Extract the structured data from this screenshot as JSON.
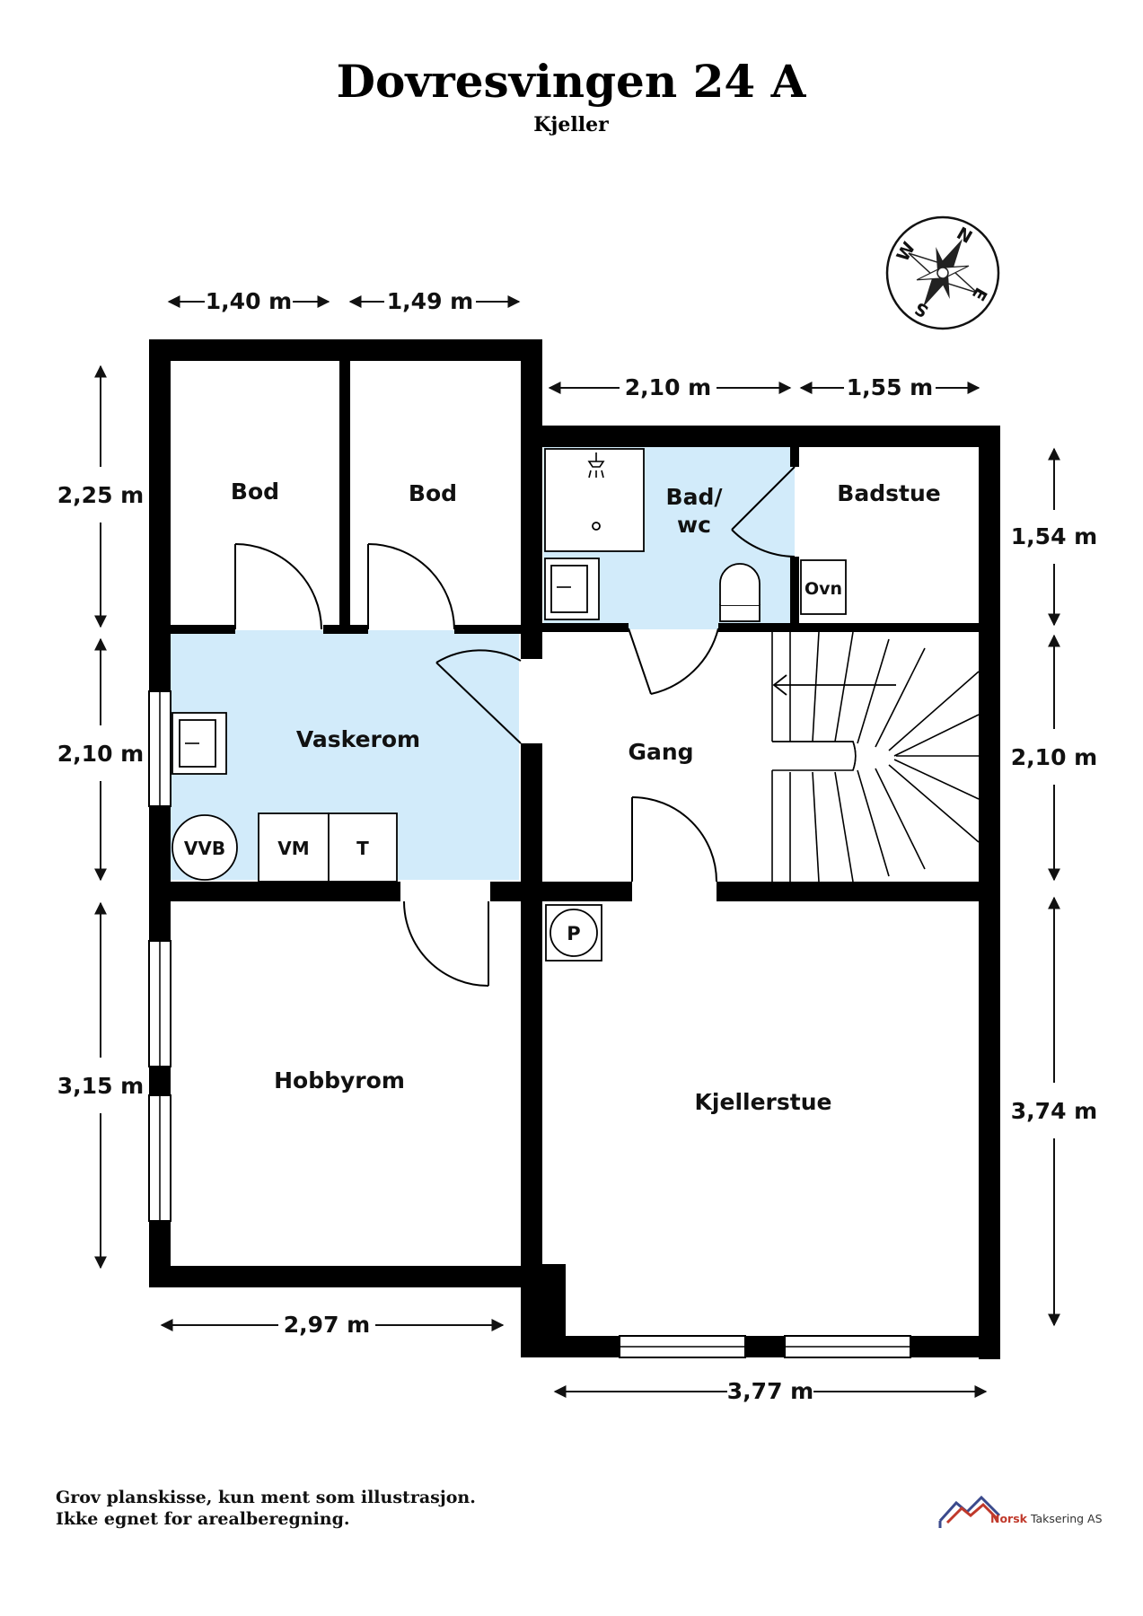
{
  "header": {
    "title": "Dovresvingen 24 A",
    "subtitle": "Kjeller"
  },
  "rooms": {
    "bod_left": "Bod",
    "bod_right": "Bod",
    "bad_line1": "Bad/",
    "bad_line2": "wc",
    "badstue": "Badstue",
    "vaskerom": "Vaskerom",
    "gang": "Gang",
    "hobbyrom": "Hobbyrom",
    "kjellerstue": "Kjellerstue"
  },
  "fixtures": {
    "ovn": "Ovn",
    "vvb": "VVB",
    "vm": "VM",
    "t": "T",
    "p": "P"
  },
  "dimensions": {
    "top_left_1": "1,40 m",
    "top_left_2": "1,49 m",
    "top_right_1": "2,10 m",
    "top_right_2": "1,55 m",
    "left_1": "2,25 m",
    "left_2": "2,10 m",
    "left_3": "3,15 m",
    "right_1": "1,54 m",
    "right_2": "2,10 m",
    "right_3": "3,74 m",
    "bottom_1": "2,97 m",
    "bottom_2": "3,77 m"
  },
  "compass": {
    "n": "N",
    "e": "E",
    "s": "S",
    "w": "W"
  },
  "footer": {
    "line1": "Grov planskisse, kun ment som illustrasjon.",
    "line2": "Ikke egnet for arealberegning."
  },
  "logo": {
    "brand": "Norsk",
    "rest": " Taksering AS"
  },
  "colors": {
    "wall": "#000000",
    "wet_room": "#d2ebfa",
    "accent": "#c0392b"
  }
}
